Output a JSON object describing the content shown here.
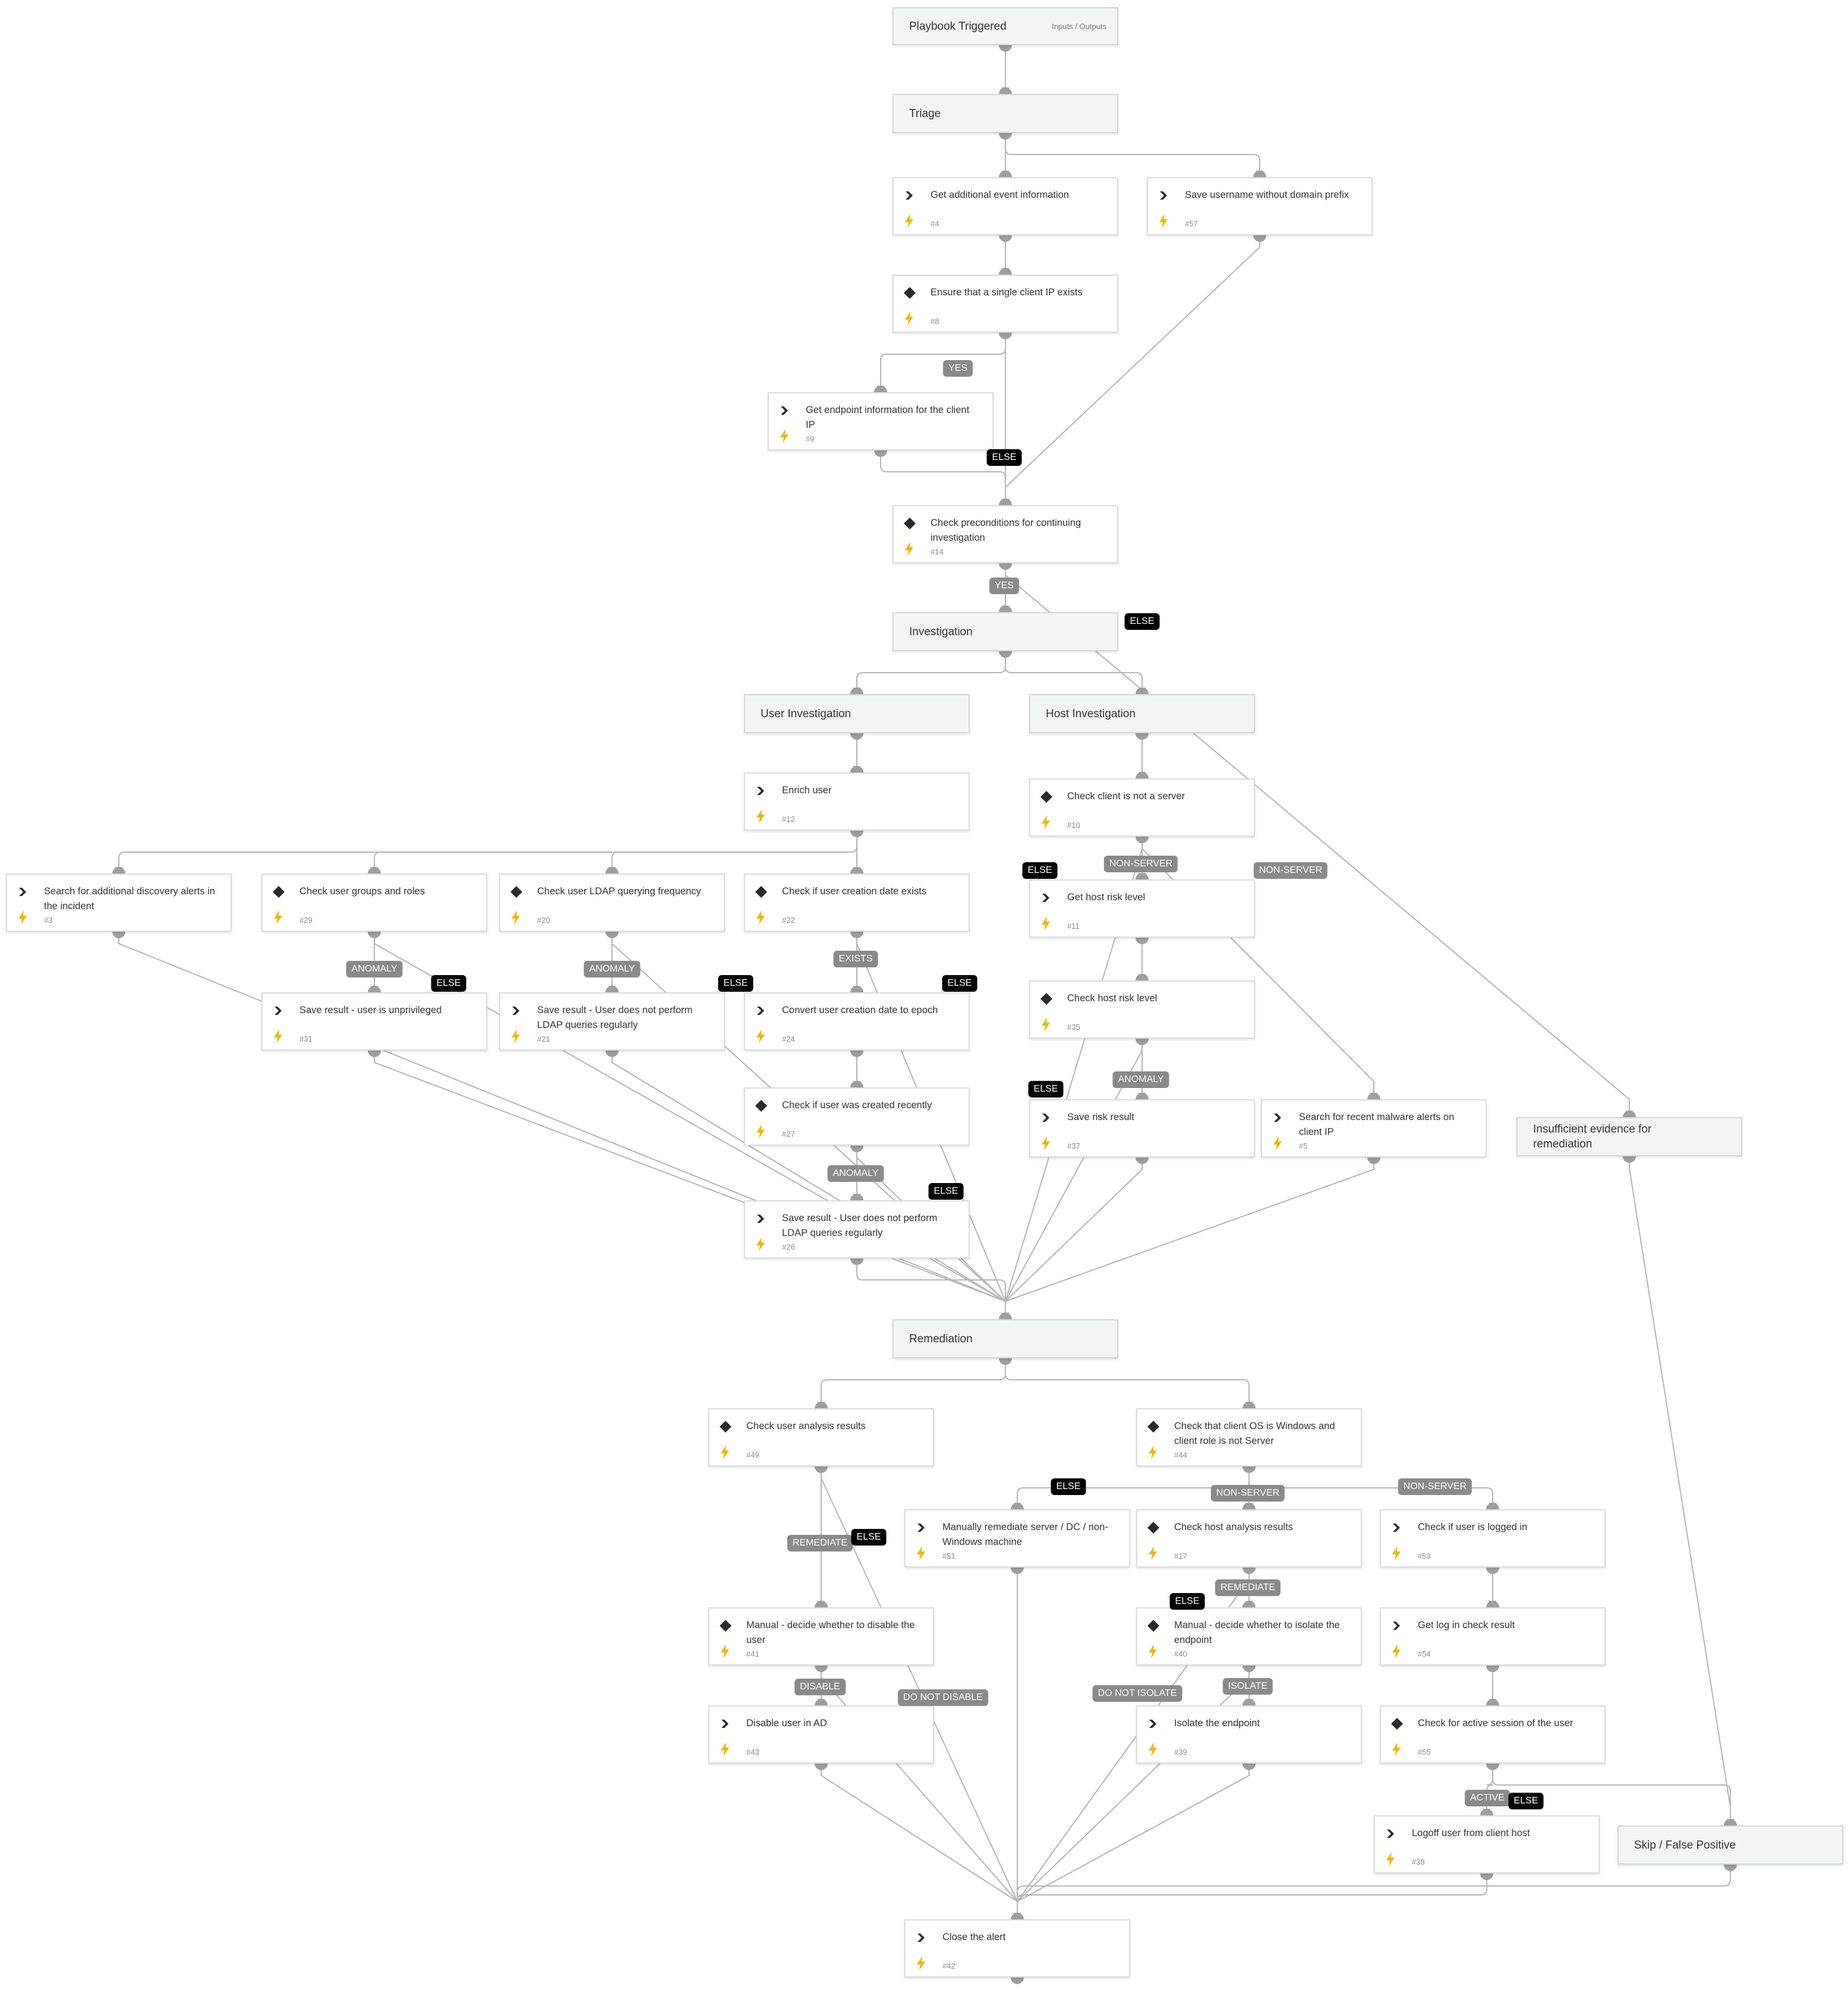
{
  "colors": {
    "edge": "#b5b5b5",
    "port": "#9e9e9e",
    "bolt": "#f4b400",
    "icon": "#2a2a2a",
    "badge_gray": "#8a8a8a",
    "badge_black": "#000000"
  },
  "nodes": [
    {
      "id": "start",
      "kind": "section",
      "title": "Playbook Triggered",
      "extra": "Inputs / Outputs"
    },
    {
      "id": "triage",
      "kind": "section",
      "title": "Triage"
    },
    {
      "id": "n4",
      "kind": "command",
      "title": "Get additional event information",
      "num": "#4"
    },
    {
      "id": "n57",
      "kind": "command",
      "title": "Save username without domain prefix",
      "num": "#57"
    },
    {
      "id": "n8",
      "kind": "condition",
      "title": "Ensure that a single client IP exists",
      "num": "#8"
    },
    {
      "id": "n9",
      "kind": "command",
      "title": "Get endpoint information for the client IP",
      "num": "#9"
    },
    {
      "id": "n14",
      "kind": "condition",
      "title": "Check preconditions for continuing investigation",
      "num": "#14"
    },
    {
      "id": "investigation",
      "kind": "section",
      "title": "Investigation"
    },
    {
      "id": "userinv",
      "kind": "section",
      "title": "User Investigation"
    },
    {
      "id": "hostinv",
      "kind": "section",
      "title": "Host Investigation"
    },
    {
      "id": "n12",
      "kind": "command",
      "title": "Enrich user",
      "num": "#12"
    },
    {
      "id": "n10",
      "kind": "condition",
      "title": "Check client is not a server",
      "num": "#10"
    },
    {
      "id": "n3",
      "kind": "command",
      "title": "Search for additional discovery alerts in the incident",
      "num": "#3"
    },
    {
      "id": "n29",
      "kind": "condition",
      "title": "Check user groups and roles",
      "num": "#29"
    },
    {
      "id": "n20",
      "kind": "condition",
      "title": "Check user LDAP querying frequency",
      "num": "#20"
    },
    {
      "id": "n22",
      "kind": "condition",
      "title": "Check if user creation date exists",
      "num": "#22"
    },
    {
      "id": "n11",
      "kind": "command",
      "title": "Get host risk level",
      "num": "#11"
    },
    {
      "id": "n31",
      "kind": "command",
      "title": "Save result - user is unprivileged",
      "num": "#31"
    },
    {
      "id": "n21",
      "kind": "command",
      "title": "Save result - User does not perform LDAP queries regularly",
      "num": "#21"
    },
    {
      "id": "n24",
      "kind": "command",
      "title": "Convert user creation date to epoch",
      "num": "#24"
    },
    {
      "id": "n35",
      "kind": "condition",
      "title": "Check host risk level",
      "num": "#35"
    },
    {
      "id": "n27",
      "kind": "condition",
      "title": "Check if user was created recently",
      "num": "#27"
    },
    {
      "id": "n37",
      "kind": "command",
      "title": "Save risk result",
      "num": "#37"
    },
    {
      "id": "n5",
      "kind": "command",
      "title": "Search for recent malware alerts on client IP",
      "num": "#5"
    },
    {
      "id": "insufficient",
      "kind": "section",
      "title": "Insufficient evidence for remediation"
    },
    {
      "id": "n26",
      "kind": "command",
      "title": "Save result - User does not perform LDAP queries regularly",
      "num": "#26"
    },
    {
      "id": "remediation",
      "kind": "section",
      "title": "Remediation"
    },
    {
      "id": "n49",
      "kind": "condition",
      "title": "Check user analysis results",
      "num": "#49"
    },
    {
      "id": "n44",
      "kind": "condition",
      "title": "Check that client OS is Windows and client role is not Server",
      "num": "#44"
    },
    {
      "id": "n51",
      "kind": "command",
      "title": "Manually remediate server / DC / non-Windows machine",
      "num": "#51"
    },
    {
      "id": "n17",
      "kind": "condition",
      "title": "Check host analysis results",
      "num": "#17"
    },
    {
      "id": "n53",
      "kind": "command",
      "title": "Check if user is logged in",
      "num": "#53"
    },
    {
      "id": "n41",
      "kind": "condition",
      "title": "Manual - decide whether to disable the user",
      "num": "#41"
    },
    {
      "id": "n40",
      "kind": "condition",
      "title": "Manual - decide whether to isolate the endpoint",
      "num": "#40"
    },
    {
      "id": "n54",
      "kind": "command",
      "title": "Get log in check result",
      "num": "#54"
    },
    {
      "id": "n43",
      "kind": "command",
      "title": "Disable user in AD",
      "num": "#43"
    },
    {
      "id": "n39",
      "kind": "command",
      "title": "Isolate the endpoint",
      "num": "#39"
    },
    {
      "id": "n55",
      "kind": "condition",
      "title": "Check for active session of the user",
      "num": "#55"
    },
    {
      "id": "n38",
      "kind": "command",
      "title": "Logoff user from client host",
      "num": "#38"
    },
    {
      "id": "skip",
      "kind": "section",
      "title": "Skip / False Positive"
    },
    {
      "id": "n42",
      "kind": "command",
      "title": "Close the alert",
      "num": "#42"
    }
  ],
  "badges": [
    {
      "id": "yes-8",
      "text": "YES",
      "style": "gray"
    },
    {
      "id": "else-8",
      "text": "ELSE",
      "style": "black"
    },
    {
      "id": "yes-14",
      "text": "YES",
      "style": "gray"
    },
    {
      "id": "else-14",
      "text": "ELSE",
      "style": "black"
    },
    {
      "id": "else-10",
      "text": "ELSE",
      "style": "black"
    },
    {
      "id": "nonserver-10a",
      "text": "NON-SERVER",
      "style": "gray"
    },
    {
      "id": "nonserver-10b",
      "text": "NON-SERVER",
      "style": "gray"
    },
    {
      "id": "exists-22",
      "text": "EXISTS",
      "style": "gray"
    },
    {
      "id": "anomaly-29",
      "text": "ANOMALY",
      "style": "gray"
    },
    {
      "id": "else-29",
      "text": "ELSE",
      "style": "black"
    },
    {
      "id": "anomaly-20",
      "text": "ANOMALY",
      "style": "gray"
    },
    {
      "id": "else-20",
      "text": "ELSE",
      "style": "black"
    },
    {
      "id": "else-22",
      "text": "ELSE",
      "style": "black"
    },
    {
      "id": "anomaly-35",
      "text": "ANOMALY",
      "style": "gray"
    },
    {
      "id": "else-35",
      "text": "ELSE",
      "style": "black"
    },
    {
      "id": "anomaly-27",
      "text": "ANOMALY",
      "style": "gray"
    },
    {
      "id": "else-27",
      "text": "ELSE",
      "style": "black"
    },
    {
      "id": "remediate-49",
      "text": "REMEDIATE",
      "style": "gray"
    },
    {
      "id": "else-49",
      "text": "ELSE",
      "style": "black"
    },
    {
      "id": "else-44",
      "text": "ELSE",
      "style": "black"
    },
    {
      "id": "nonserver-44a",
      "text": "NON-SERVER",
      "style": "gray"
    },
    {
      "id": "nonserver-44b",
      "text": "NON-SERVER",
      "style": "gray"
    },
    {
      "id": "remediate-17",
      "text": "REMEDIATE",
      "style": "gray"
    },
    {
      "id": "else-17",
      "text": "ELSE",
      "style": "black"
    },
    {
      "id": "disable-41",
      "text": "DISABLE",
      "style": "gray"
    },
    {
      "id": "donotdisable-41",
      "text": "DO NOT DISABLE",
      "style": "gray"
    },
    {
      "id": "donotisolate-40",
      "text": "DO NOT ISOLATE",
      "style": "gray"
    },
    {
      "id": "isolate-40",
      "text": "ISOLATE",
      "style": "gray"
    },
    {
      "id": "active-55",
      "text": "ACTIVE",
      "style": "gray"
    },
    {
      "id": "else-55",
      "text": "ELSE",
      "style": "black"
    }
  ]
}
